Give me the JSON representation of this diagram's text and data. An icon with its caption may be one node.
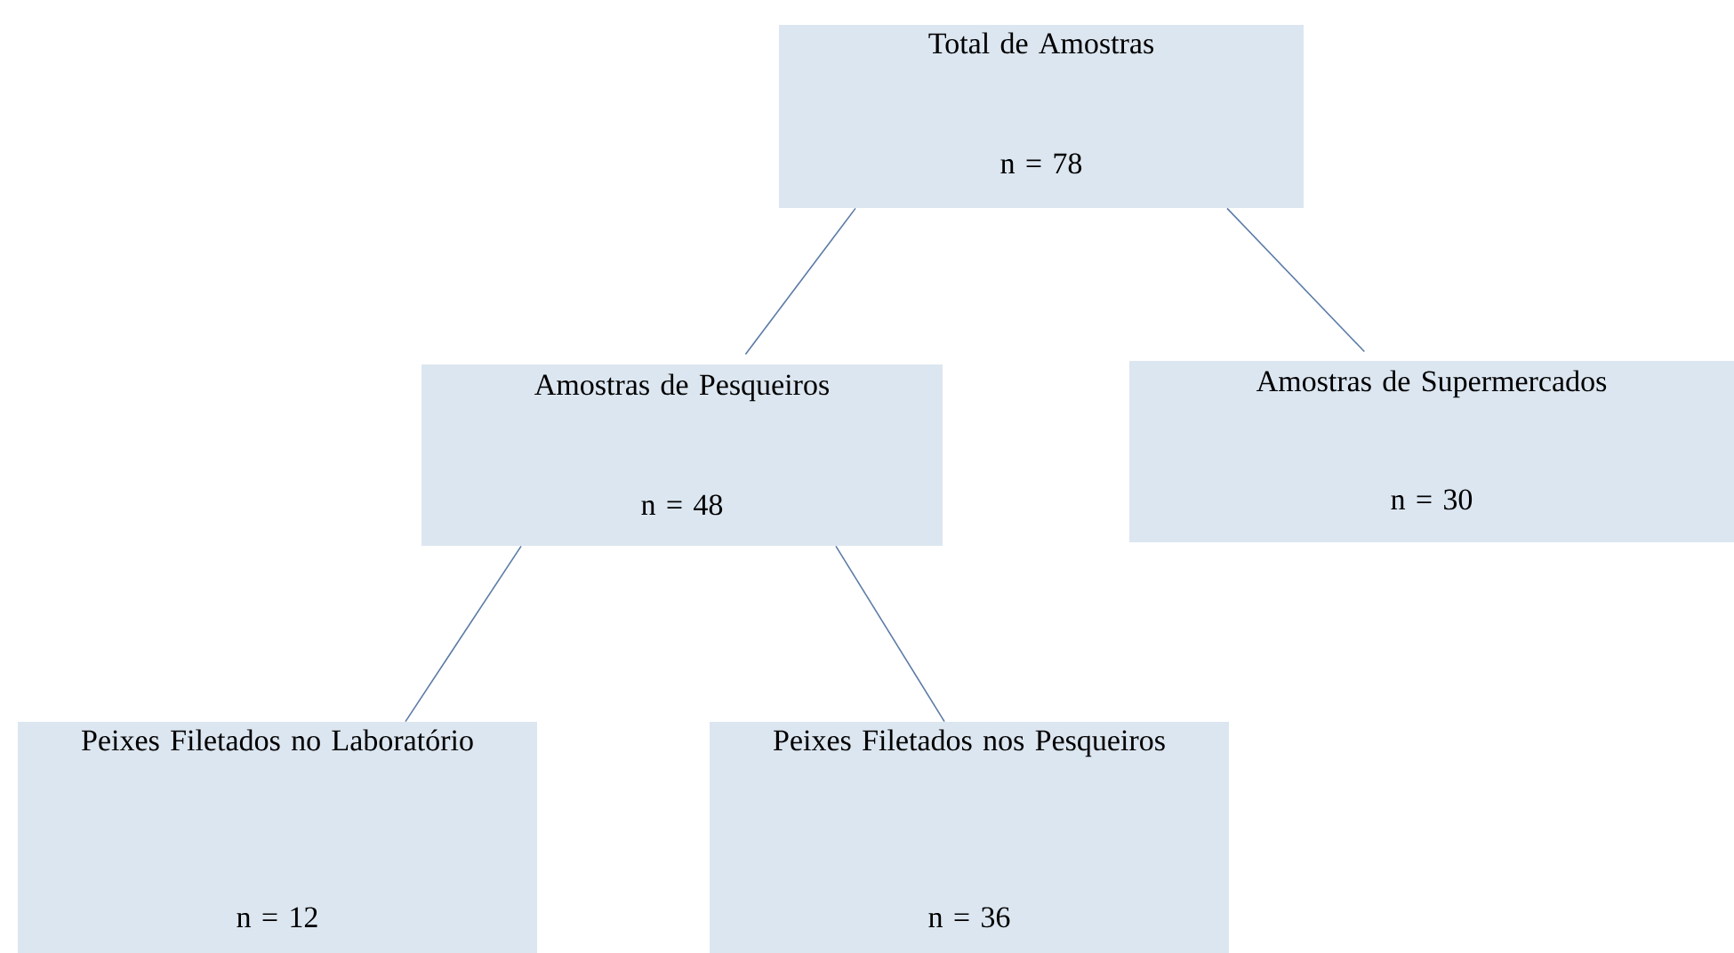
{
  "diagram": {
    "nodes": [
      {
        "text": [
          "Total de Amostras",
          "n = 78"
        ]
      },
      {
        "text": [
          "Amostras de Pesqueiros",
          "n = 48"
        ]
      },
      {
        "text": [
          "Amostras de Supermercados",
          "n = 30"
        ]
      },
      {
        "text": [
          "Peixes Filetados no Laboratório",
          "n = 12"
        ]
      },
      {
        "text": [
          "Peixes Filetados nos Pesqueiros",
          "n = 36"
        ]
      }
    ],
    "edges": [
      {
        "from": 0,
        "to": 1,
        "arrow": "none"
      },
      {
        "from": 0,
        "to": 2,
        "arrow": "none"
      },
      {
        "from": 1,
        "to": 3,
        "arrow": "none"
      },
      {
        "from": 1,
        "to": 4,
        "arrow": "none"
      }
    ]
  }
}
